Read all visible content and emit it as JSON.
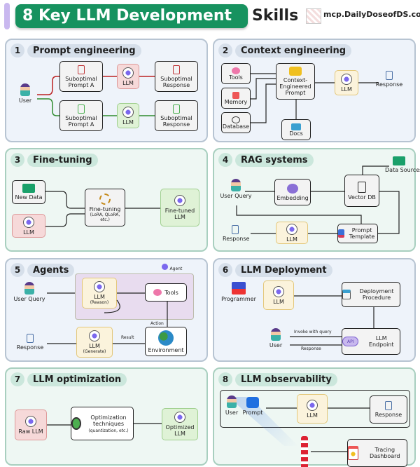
{
  "header": {
    "title": "8 Key LLM Development",
    "title_suffix": "Skills",
    "site": "mcp.DailyDoseofDS.com"
  },
  "colors": {
    "brand_green": "#17925f",
    "accent_purple": "#c9b8ef",
    "llm_purple": "#7b68ee"
  },
  "sections": [
    {
      "num": "1",
      "title": "Prompt engineering",
      "nodes": {
        "user": "User",
        "prompt_a": "Suboptimal Prompt A",
        "prompt_b": "Suboptimal Prompt A",
        "llm_a": "LLM",
        "llm_b": "LLM",
        "resp_a": "Suboptimal Response",
        "resp_b": "Suboptimal Response"
      }
    },
    {
      "num": "2",
      "title": "Context engineering",
      "nodes": {
        "tools": "Tools",
        "memory": "Memory",
        "database": "Database",
        "docs": "Docs",
        "prompt": "Context-Engineered Prompt",
        "llm": "LLM",
        "response": "Response"
      }
    },
    {
      "num": "3",
      "title": "Fine-tuning",
      "nodes": {
        "new_data": "New Data",
        "llm": "LLM",
        "ft": "Fine-tuning",
        "ft_sub": "(LoRA, QLoRA, etc.)",
        "out": "Fine-tuned LLM"
      }
    },
    {
      "num": "4",
      "title": "RAG systems",
      "nodes": {
        "user": "User Query",
        "embedding": "Embedding",
        "vdb": "Vector DB",
        "sources": "Data Sources",
        "template": "Prompt Template",
        "llm": "LLM",
        "response": "Response"
      }
    },
    {
      "num": "5",
      "title": "Agents",
      "nodes": {
        "agent": "Agent",
        "user": "User Query",
        "llm_r": "LLM",
        "llm_r_sub": "(Reason)",
        "tools": "Tools",
        "action": "Action",
        "env": "Environment",
        "result": "Result",
        "llm_g": "LLM",
        "llm_g_sub": "(Generate)",
        "response": "Response"
      }
    },
    {
      "num": "6",
      "title": "LLM Deployment",
      "nodes": {
        "programmer": "Programmer",
        "llm": "LLM",
        "deploy": "Deployment Procedure",
        "user": "User",
        "invoke": "Invoke with query",
        "resp": "Response",
        "endpoint": "LLM Endpoint",
        "api": "API"
      }
    },
    {
      "num": "7",
      "title": "LLM optimization",
      "nodes": {
        "raw": "Raw LLM",
        "opt": "Optimization techniques",
        "opt_sub": "(quantization, etc.)",
        "out": "Optimized LLM"
      }
    },
    {
      "num": "8",
      "title": "LLM observability",
      "nodes": {
        "user": "User",
        "prompt": "Prompt",
        "llm": "LLM",
        "response": "Response",
        "tracing": "Tracing Dashboard"
      }
    }
  ]
}
